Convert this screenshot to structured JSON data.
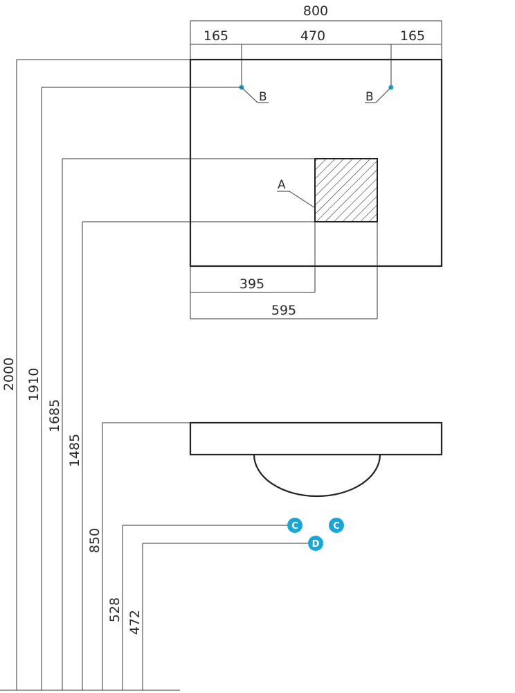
{
  "colors": {
    "line": "#333333",
    "outline": "#222222",
    "marker_fill": "#1aa7d6",
    "marker_text": "#ffffff"
  },
  "dimensions": {
    "width_total": "800",
    "left_offset": "165",
    "between_b": "470",
    "right_offset": "165",
    "a_left_edge": "395",
    "a_right_edge": "595"
  },
  "heights": {
    "mirror_top": "2000",
    "b_points": "1910",
    "a_top": "1685",
    "a_bottom": "1485",
    "basin_top": "850",
    "c_points": "528",
    "d_point": "472"
  },
  "labels": {
    "b_left": "B",
    "b_right": "B",
    "a": "A"
  },
  "markers": {
    "c_left": "C",
    "c_right": "C",
    "d": "D"
  }
}
